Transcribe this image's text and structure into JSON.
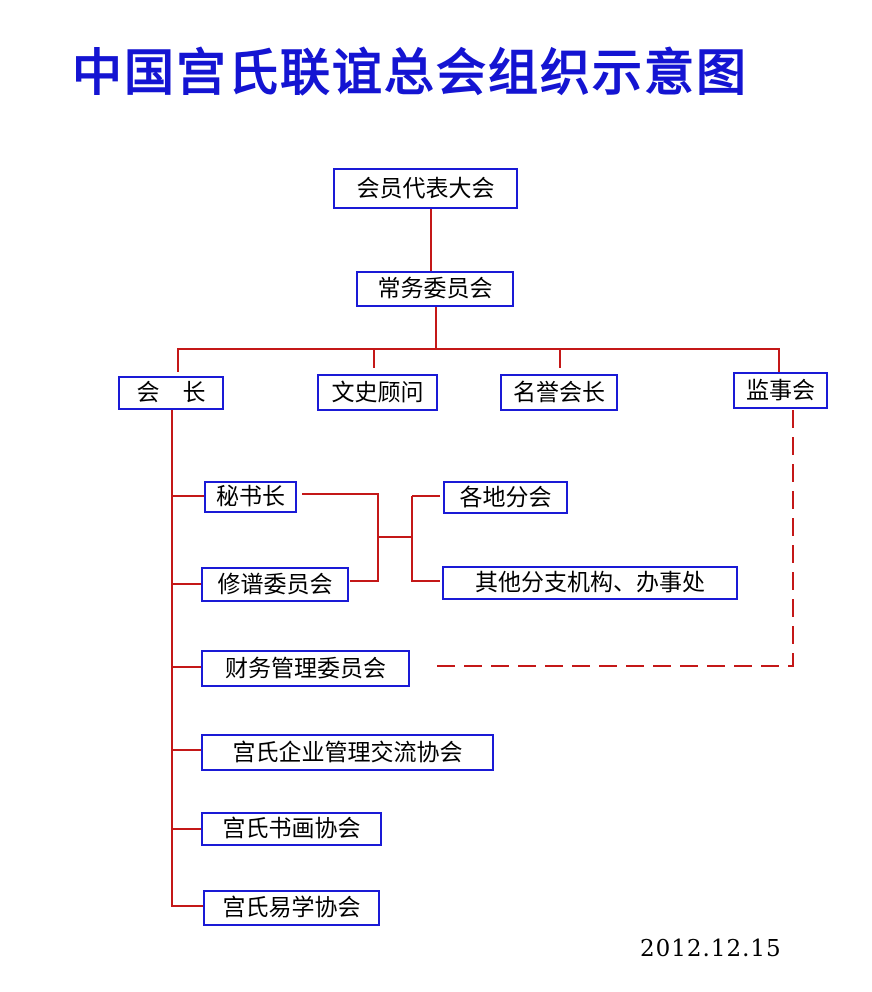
{
  "title": "中国宫氏联谊总会组织示意图",
  "nodes": {
    "congress": "会员代表大会",
    "standing_committee": "常务委员会",
    "president": "会　长",
    "history_advisor": "文史顾问",
    "honorary_president": "名誉会长",
    "supervisory_board": "监事会",
    "secretary_general": "秘书长",
    "local_branches": "各地分会",
    "genealogy_committee": "修谱委员会",
    "other_branches": "其他分支机构、办事处",
    "finance_committee": "财务管理委员会",
    "enterprise_association": "宫氏企业管理交流协会",
    "calligraphy_association": "宫氏书画协会",
    "yijing_association": "宫氏易学协会"
  },
  "date": "2012.12.15",
  "colors": {
    "title": "#1414d2",
    "box_border": "#1a1ad6",
    "line": "#c41818"
  }
}
